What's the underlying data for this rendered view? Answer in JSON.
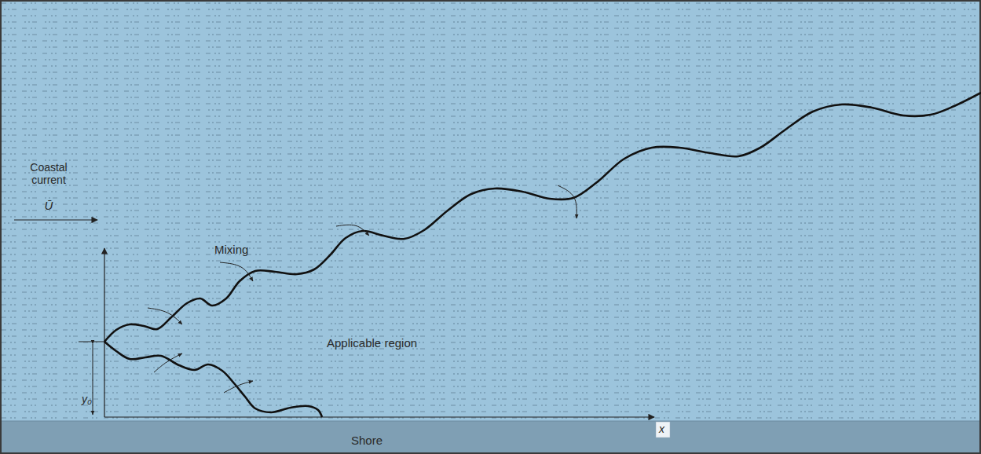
{
  "diagram": {
    "labels": [
      "Coastal current",
      "Ū",
      "Mixing",
      "Applicable region",
      "y₀",
      "x",
      "Shore"
    ]
  }
}
